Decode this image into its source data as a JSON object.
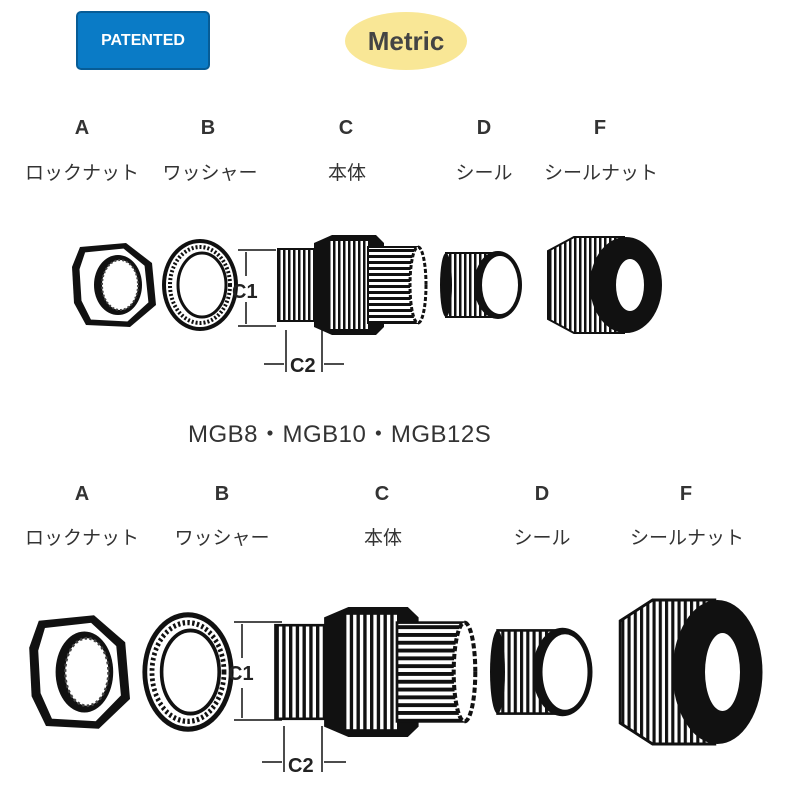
{
  "badges": {
    "patented": "PATENTED",
    "metric": "Metric"
  },
  "row1": {
    "parts": [
      {
        "letter": "A",
        "name": "ロックナット"
      },
      {
        "letter": "B",
        "name": "ワッシャー"
      },
      {
        "letter": "C",
        "name": "本体"
      },
      {
        "letter": "D",
        "name": "シール"
      },
      {
        "letter": "F",
        "name": "シールナット"
      }
    ],
    "dims": {
      "c1": "C1",
      "c2": "C2"
    }
  },
  "model_label": "MGB8・MGB10・MGB12S",
  "row2": {
    "parts": [
      {
        "letter": "A",
        "name": "ロックナット"
      },
      {
        "letter": "B",
        "name": "ワッシャー"
      },
      {
        "letter": "C",
        "name": "本体"
      },
      {
        "letter": "D",
        "name": "シール"
      },
      {
        "letter": "F",
        "name": "シールナット"
      }
    ],
    "dims": {
      "c1": "C1",
      "c2": "C2"
    }
  },
  "colors": {
    "patented_bg": "#0a7bc6",
    "metric_bg": "#f9e796",
    "ink": "#222222"
  }
}
